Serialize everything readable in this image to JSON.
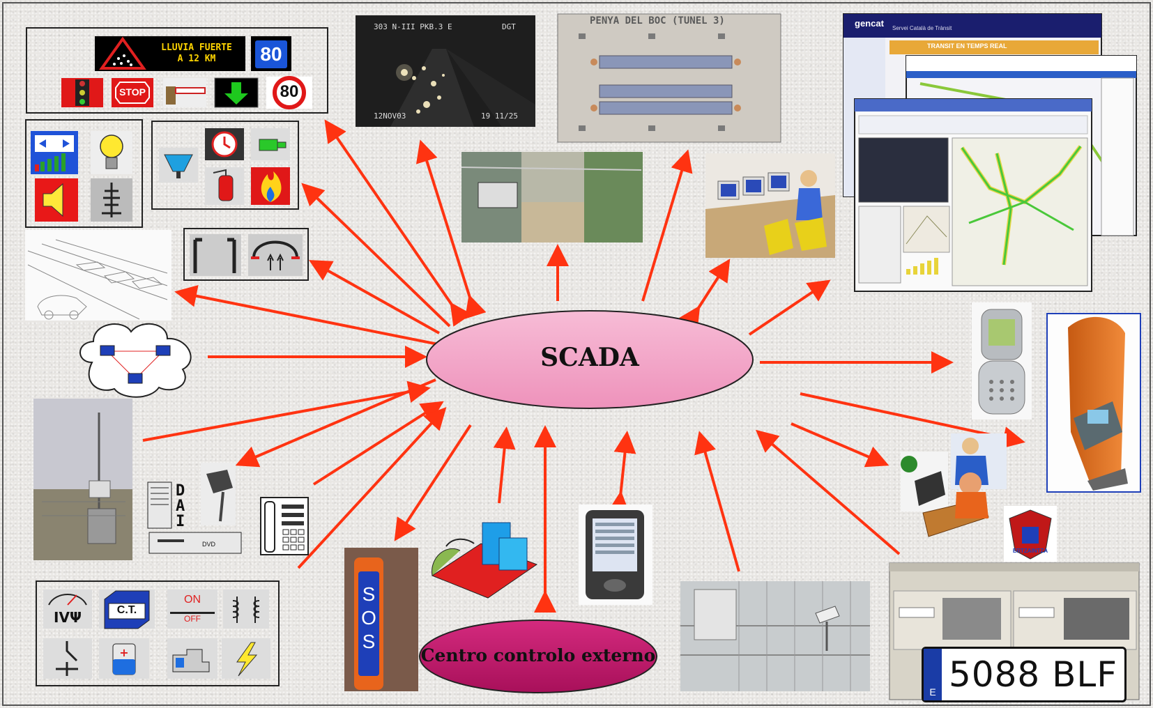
{
  "diagram": {
    "center_label": "SCADA",
    "external_label": "Centro controlo externo"
  },
  "vms": {
    "line1": "LLUVIA FUERTE",
    "line2": "A  12  KM",
    "speed": "80"
  },
  "signs": {
    "stop": "STOP",
    "speed_limit": "80"
  },
  "camera": {
    "top_left": "303 N-III PKB.3 E",
    "top_right": "DGT",
    "bottom_left": "12NOV03",
    "bottom_right": "19 11/25"
  },
  "tunnel_panel": {
    "title": "PENYA DEL BOC (TUNEL 3)"
  },
  "web_window": {
    "brand": "gencat",
    "subtitle": "Servei Català de Trànsit",
    "banner": "TRANSIT EN TEMPS REAL"
  },
  "energy_icons": {
    "meter": "IVΨ",
    "ct": "C.T.",
    "on": "ON",
    "off": "OFF"
  },
  "recorder": {
    "dai": "DAI",
    "dvd": "DVD"
  },
  "sos_post": {
    "label": "SOS"
  },
  "police_badge": {
    "text": "ERTZAINTZA"
  },
  "plate": {
    "country": "E",
    "number": "5088 BLF"
  },
  "colors": {
    "arrow": "#ff3311",
    "scada_ellipse": "#f2a6c6",
    "external_ellipse": "#c0186a"
  }
}
